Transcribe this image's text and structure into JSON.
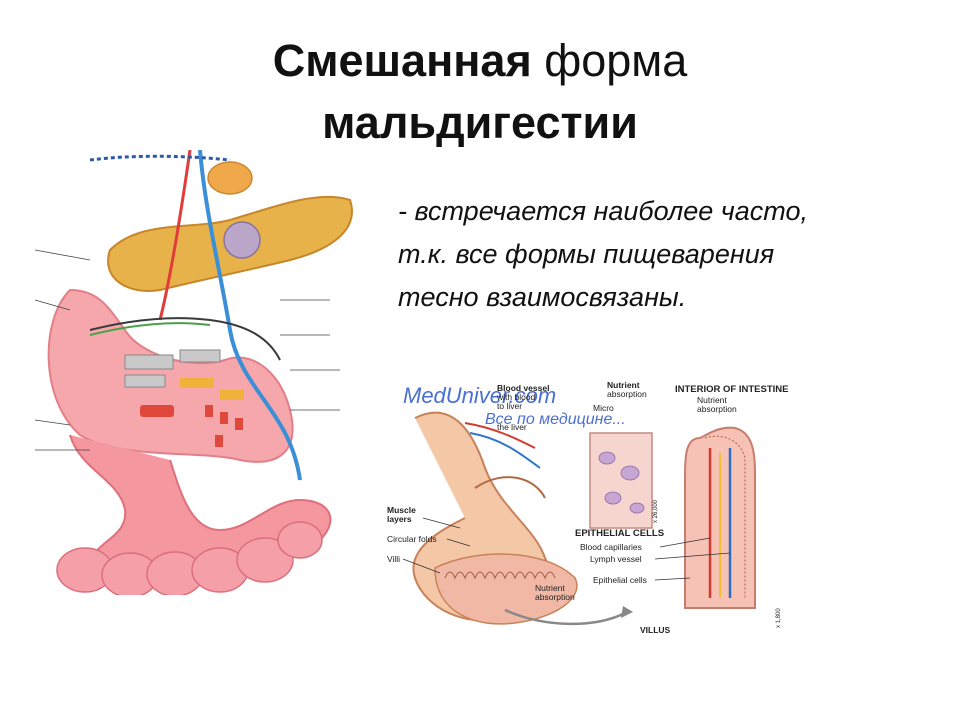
{
  "slide": {
    "title_bold": "Смешанная",
    "title_normal": " форма",
    "title_line2": "мальдигестии",
    "body_lines": [
      "-  встречается наиболее часто,",
      "т.к. все формы пищеварения",
      "тесно взаимосвязаны."
    ]
  },
  "intestine_figure": {
    "watermark_site": "MedUniver.com",
    "watermark_sub": "Все по медицине...",
    "labels": {
      "blood_vessel": "Blood vessel",
      "with_blood": "with blood",
      "to_liver": "to liver",
      "the_liver": "the liver",
      "nutrient": "Nutrient",
      "absorption": "absorption",
      "micro": "Micro",
      "interior": "INTERIOR OF INTESTINE",
      "epithelial_cells_caps": "EPITHELIAL CELLS",
      "blood_capillaries": "Blood capillaries",
      "lymph_vessel": "Lymph vessel",
      "epithelial_cells": "Epithelial cells",
      "muscle": "Muscle",
      "layers": "layers",
      "circular_folds": "Circular folds",
      "villi": "Villi",
      "villus": "VILLUS",
      "mag1": "x 26,000",
      "mag2": "x 1,800"
    }
  }
}
